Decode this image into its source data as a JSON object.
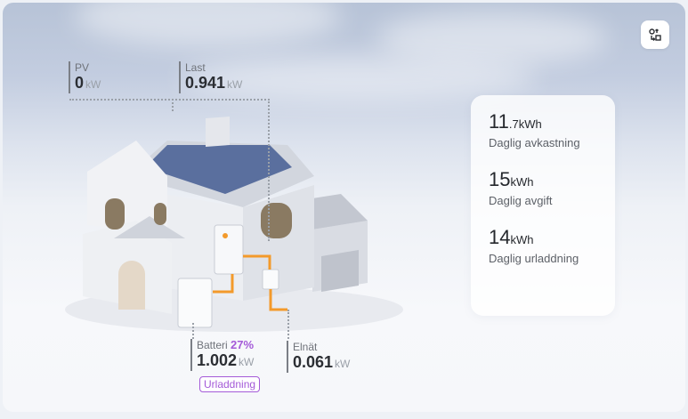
{
  "pv": {
    "label": "PV",
    "value": "0",
    "unit": "kW"
  },
  "load": {
    "label": "Last",
    "value": "0.941",
    "unit": "kW"
  },
  "battery": {
    "label": "Batteri",
    "percent": "27%",
    "value": "1.002",
    "unit": "kW",
    "status": "Urladdning"
  },
  "grid": {
    "label": "Elnät",
    "value": "0.061",
    "unit": "kW"
  },
  "stats": [
    {
      "value": "11",
      "decimal": ".7",
      "unit": "kWh",
      "label": "Daglig avkastning"
    },
    {
      "value": "15",
      "decimal": "",
      "unit": "kWh",
      "label": "Daglig avgift"
    },
    {
      "value": "14",
      "decimal": "",
      "unit": "kWh",
      "label": "Daglig urladdning"
    }
  ],
  "colors": {
    "accent": "#a45ad8",
    "flow": "#f39a2b"
  }
}
